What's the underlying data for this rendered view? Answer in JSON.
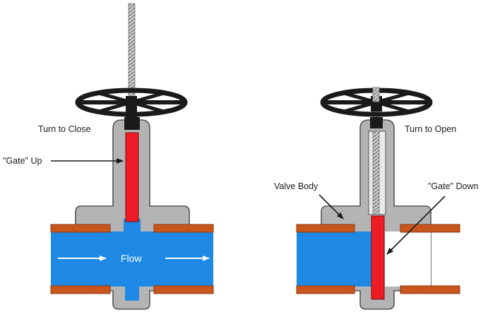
{
  "left_valve": {
    "state_label": "Turn to Close",
    "gate_label": "\"Gate\" Up",
    "flow_label": "Flow"
  },
  "right_valve": {
    "state_label": "Turn to Open",
    "body_label": "Valve Body",
    "gate_label": "\"Gate\" Down"
  },
  "colors": {
    "body": "#b4b4b4",
    "body_outline": "#555555",
    "gate": "#ee1c24",
    "fluid": "#1e88e5",
    "flange": "#c8561c",
    "handwheel": "#1a1a1a",
    "stem": "#9a9a9a"
  },
  "icons": [
    "handwheel-icon",
    "threaded-stem-icon",
    "flow-arrow-icon",
    "pointer-arrow-icon"
  ]
}
